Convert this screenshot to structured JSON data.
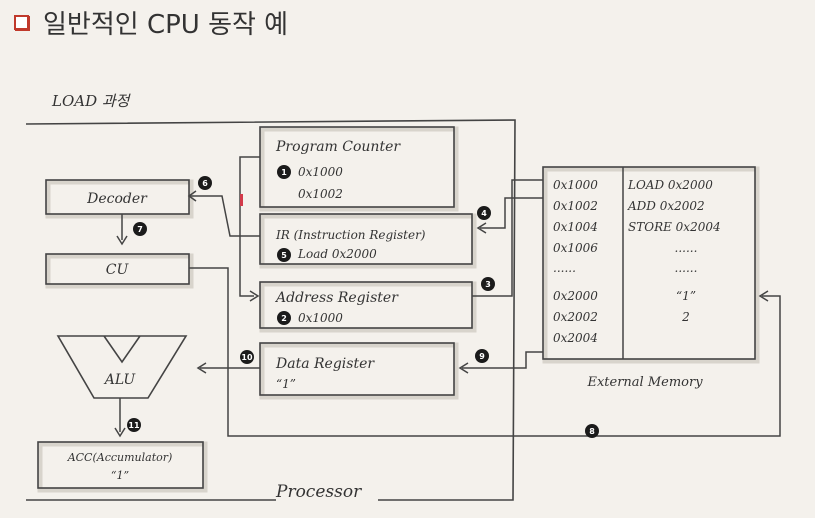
{
  "slide": {
    "title": "일반적인 CPU 동작 예"
  },
  "diagram": {
    "load_label": "LOAD 과정",
    "processor_label": "Processor",
    "decoder": "Decoder",
    "cu": "CU",
    "alu": "ALU",
    "acc": {
      "label": "ACC(Accumulator)",
      "value": "“1”"
    },
    "program_counter": {
      "label": "Program Counter",
      "value1": "0x1000",
      "value2": "0x1002"
    },
    "ir": {
      "label": "IR (Instruction Register)",
      "value": "Load 0x2000"
    },
    "address_register": {
      "label": "Address Register",
      "value": "0x1000"
    },
    "data_register": {
      "label": "Data Register",
      "value": "“1”"
    },
    "external_memory": {
      "label": "External Memory",
      "addresses": [
        "0x1000",
        "0x1002",
        "0x1004",
        "0x1006",
        "......",
        "0x2000",
        "0x2002",
        "0x2004"
      ],
      "contents": [
        "LOAD 0x2000",
        "ADD 0x2002",
        "STORE 0x2004",
        "......",
        "......",
        "“1”",
        "2",
        ""
      ]
    },
    "steps": [
      "1",
      "2",
      "3",
      "4",
      "5",
      "6",
      "7",
      "8",
      "9",
      "10",
      "11"
    ]
  }
}
